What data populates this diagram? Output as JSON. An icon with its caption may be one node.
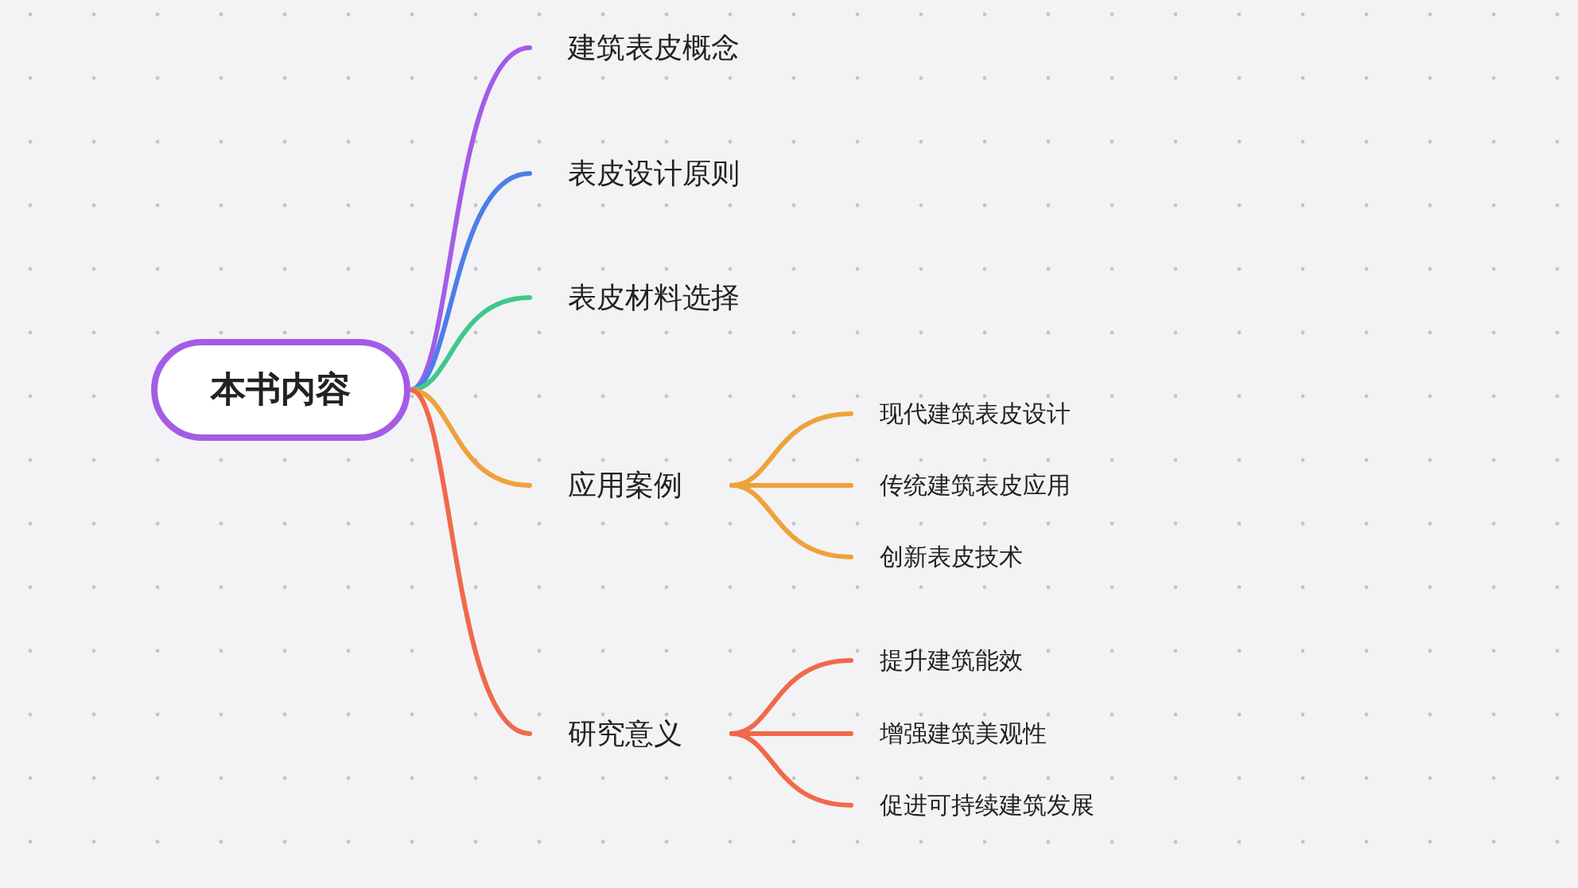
{
  "diagram": {
    "nodes": [
      {
        "text": [
          "本书内容"
        ]
      },
      {
        "text": [
          "建筑表皮概念"
        ]
      },
      {
        "text": [
          "表皮设计原则"
        ]
      },
      {
        "text": [
          "表皮材料选择"
        ]
      },
      {
        "text": [
          "应用案例"
        ]
      },
      {
        "text": [
          "研究意义"
        ]
      },
      {
        "text": [
          "现代建筑表皮设计"
        ]
      },
      {
        "text": [
          "传统建筑表皮应用"
        ]
      },
      {
        "text": [
          "创新表皮技术"
        ]
      },
      {
        "text": [
          "提升建筑能效"
        ]
      },
      {
        "text": [
          "增强建筑美观性"
        ]
      },
      {
        "text": [
          "促进可持续建筑发展"
        ]
      }
    ],
    "edges": [
      {
        "from": 0,
        "to": 1,
        "arrow": "none",
        "color": "#a45ce6"
      },
      {
        "from": 0,
        "to": 2,
        "arrow": "none",
        "color": "#4d7ee8"
      },
      {
        "from": 0,
        "to": 3,
        "arrow": "none",
        "color": "#3ec98b"
      },
      {
        "from": 0,
        "to": 4,
        "arrow": "none",
        "color": "#eea23a"
      },
      {
        "from": 0,
        "to": 5,
        "arrow": "none",
        "color": "#f0694a"
      },
      {
        "from": 4,
        "to": 6,
        "arrow": "none",
        "color": "#eea23a"
      },
      {
        "from": 4,
        "to": 7,
        "arrow": "none",
        "color": "#eea23a"
      },
      {
        "from": 4,
        "to": 8,
        "arrow": "none",
        "color": "#eea23a"
      },
      {
        "from": 5,
        "to": 9,
        "arrow": "none",
        "color": "#f0694a"
      },
      {
        "from": 5,
        "to": 10,
        "arrow": "none",
        "color": "#f0694a"
      },
      {
        "from": 5,
        "to": 11,
        "arrow": "none",
        "color": "#f0694a"
      }
    ]
  }
}
